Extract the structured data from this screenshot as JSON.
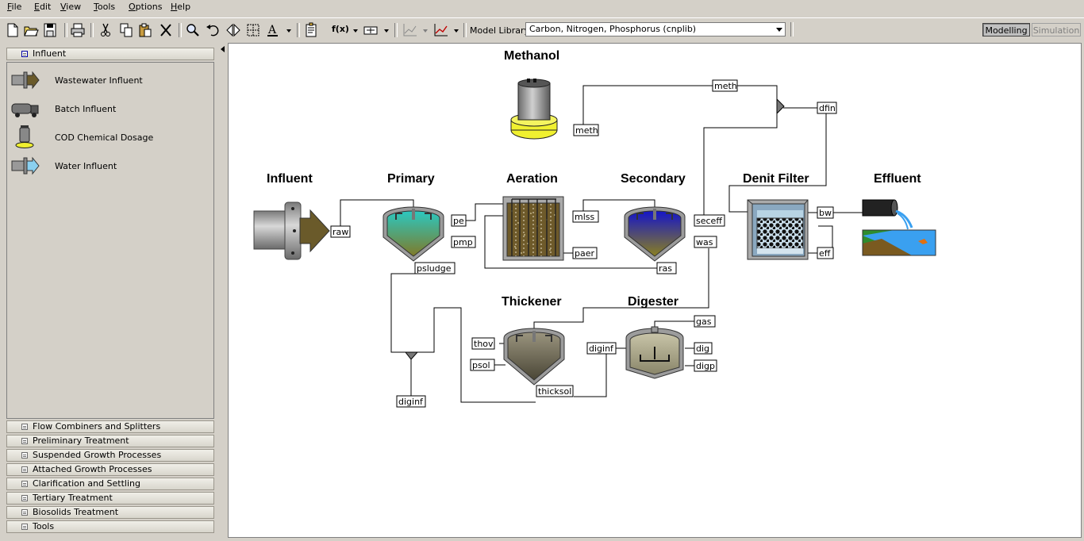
{
  "menu": [
    {
      "label": "File",
      "mnemonic": "F",
      "rest": "ile"
    },
    {
      "label": "Edit",
      "mnemonic": "E",
      "rest": "dit"
    },
    {
      "label": "View",
      "mnemonic": "V",
      "rest": "iew"
    },
    {
      "label": "Tools",
      "mnemonic": "T",
      "rest": "ools"
    },
    {
      "label": "Options",
      "mnemonic": "O",
      "rest": "ptions"
    },
    {
      "label": "Help",
      "mnemonic": "H",
      "rest": "elp"
    }
  ],
  "toolbar": {
    "model_library_label": "Model Library:",
    "model_library_value": "Carbon, Nitrogen, Phosphorus (cnplib)",
    "fx_label": "f(x)",
    "modelling_label": "Modelling",
    "simulation_label": "Simulation",
    "active_mode": "Modelling"
  },
  "sidebar": {
    "open_palette": "Influent",
    "influent_items": [
      {
        "label": "Wastewater Influent",
        "icon": "wastewater-influent-icon"
      },
      {
        "label": "Batch Influent",
        "icon": "batch-influent-truck-icon"
      },
      {
        "label": "COD Chemical Dosage",
        "icon": "cod-dosage-tank-icon"
      },
      {
        "label": "Water Influent",
        "icon": "water-influent-icon"
      }
    ],
    "palettes": [
      "Flow Combiners and Splitters",
      "Preliminary Treatment",
      "Suspended Growth Processes",
      "Attached Growth Processes",
      "Clarification and Settling",
      "Tertiary Treatment",
      "Biosolids Treatment",
      "Tools"
    ]
  },
  "flowsheet": {
    "units": {
      "methanol": "Methanol",
      "influent": "Influent",
      "primary": "Primary",
      "aeration": "Aeration",
      "secondary": "Secondary",
      "denit_filter": "Denit Filter",
      "effluent": "Effluent",
      "thickener": "Thickener",
      "digester": "Digester"
    },
    "ports": {
      "meth_top": "meth",
      "meth_tank": "meth",
      "dfin": "dfin",
      "raw": "raw",
      "pe": "pe",
      "pmp": "pmp",
      "psludge": "psludge",
      "mlss": "mlss",
      "paer": "paer",
      "seceff": "seceff",
      "was": "was",
      "ras": "ras",
      "bw": "bw",
      "eff": "eff",
      "thov": "thov",
      "psol": "psol",
      "thicksol": "thicksol",
      "diginf_splitter": "diginf",
      "diginf_digester": "diginf",
      "gas": "gas",
      "dig": "dig",
      "digp": "digp"
    }
  },
  "colors": {
    "primary_liquid": "#2bb8b0",
    "secondary_liquid": "#1515c8",
    "sludge": "#807a28",
    "thickener_liquid": "#6a6450",
    "digester_liquid": "#a8a488",
    "methanol_base": "#f0f030",
    "effluent_grass": "#2e8c2e",
    "effluent_water": "#3aa0f0"
  }
}
